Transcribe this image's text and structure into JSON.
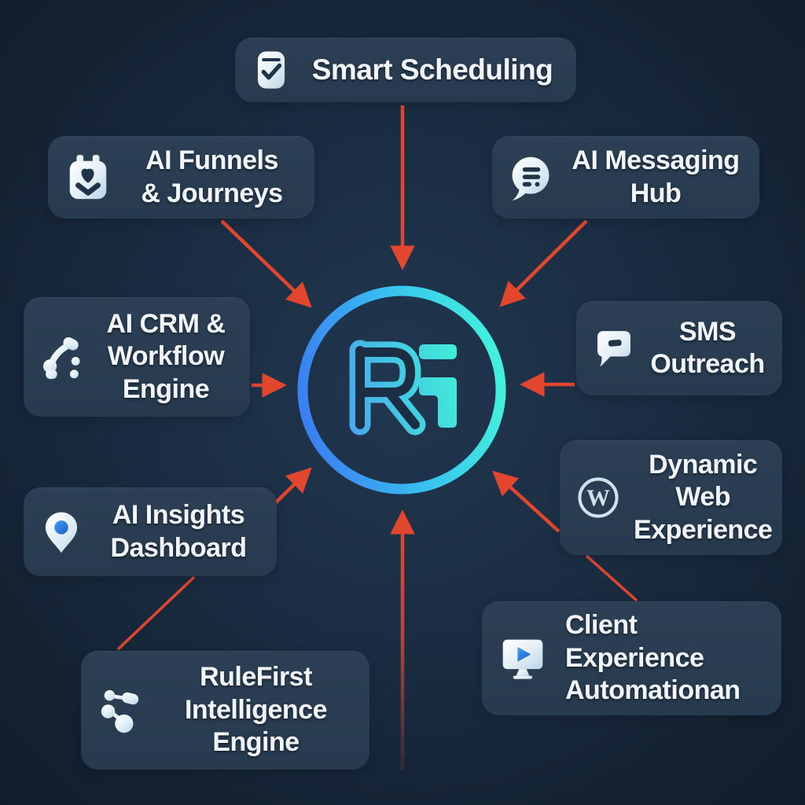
{
  "diagram": {
    "center_logo": "ri-monogram",
    "colors": {
      "background": "#16283c",
      "card": "#2c3f54",
      "text": "#f2f6fa",
      "arrow_red": "#e2472e",
      "ring_blue": "#3b7ff2",
      "ring_cyan": "#41f0e4",
      "pin_blue": "#1c6fd2"
    }
  },
  "nodes": [
    {
      "id": "smart-scheduling",
      "icon": "calendar-check-icon",
      "label": "Smart Scheduling",
      "lines": [
        "Smart Scheduling"
      ]
    },
    {
      "id": "ai-funnels-journeys",
      "icon": "funnel-journeys-icon",
      "label": "AI Funnels & Journeys",
      "lines": [
        "AI Funnels",
        "& Journeys"
      ]
    },
    {
      "id": "ai-messaging-hub",
      "icon": "chat-bubble-icon",
      "label": "AI Messaging Hub",
      "lines": [
        "AI Messaging",
        "Hub"
      ]
    },
    {
      "id": "ai-crm-workflow-engine",
      "icon": "workflow-nodes-icon",
      "label": "AI CRM & Workflow Engine",
      "lines": [
        "AI CRM &",
        "Workflow",
        "Engine"
      ]
    },
    {
      "id": "sms-outreach",
      "icon": "sms-bubble-icon",
      "label": "SMS Outreach",
      "lines": [
        "SMS",
        "Outreach"
      ]
    },
    {
      "id": "ai-insights-dashboard",
      "icon": "map-pin-icon",
      "label": "AI Insights Dashboard",
      "lines": [
        "AI Insights",
        "Dashboard"
      ]
    },
    {
      "id": "dynamic-web-experience",
      "icon": "wordpress-icon",
      "label": "Dynamic Web Experience",
      "lines": [
        "Dynamic",
        "Web",
        "Experience"
      ]
    },
    {
      "id": "rulefirst-intelligence-engine",
      "icon": "molecule-icon",
      "label": "RuleFirst Intelligence Engine",
      "lines": [
        "RuleFirst",
        "Intelligence",
        "Engine"
      ]
    },
    {
      "id": "client-experience-automation",
      "icon": "monitor-play-icon",
      "label": "Client Experience Automationan",
      "lines": [
        "Client",
        "Experience",
        "Automationan"
      ]
    }
  ],
  "connections": [
    {
      "from": "smart-scheduling",
      "to": "center"
    },
    {
      "from": "ai-funnels-journeys",
      "to": "center"
    },
    {
      "from": "ai-messaging-hub",
      "to": "center"
    },
    {
      "from": "ai-crm-workflow-engine",
      "to": "center"
    },
    {
      "from": "sms-outreach",
      "to": "center"
    },
    {
      "from": "rulefirst-intelligence-engine",
      "to": "center"
    },
    {
      "from": "bottom-edge",
      "to": "center"
    },
    {
      "from": "client-experience-automation",
      "to": "center"
    }
  ]
}
